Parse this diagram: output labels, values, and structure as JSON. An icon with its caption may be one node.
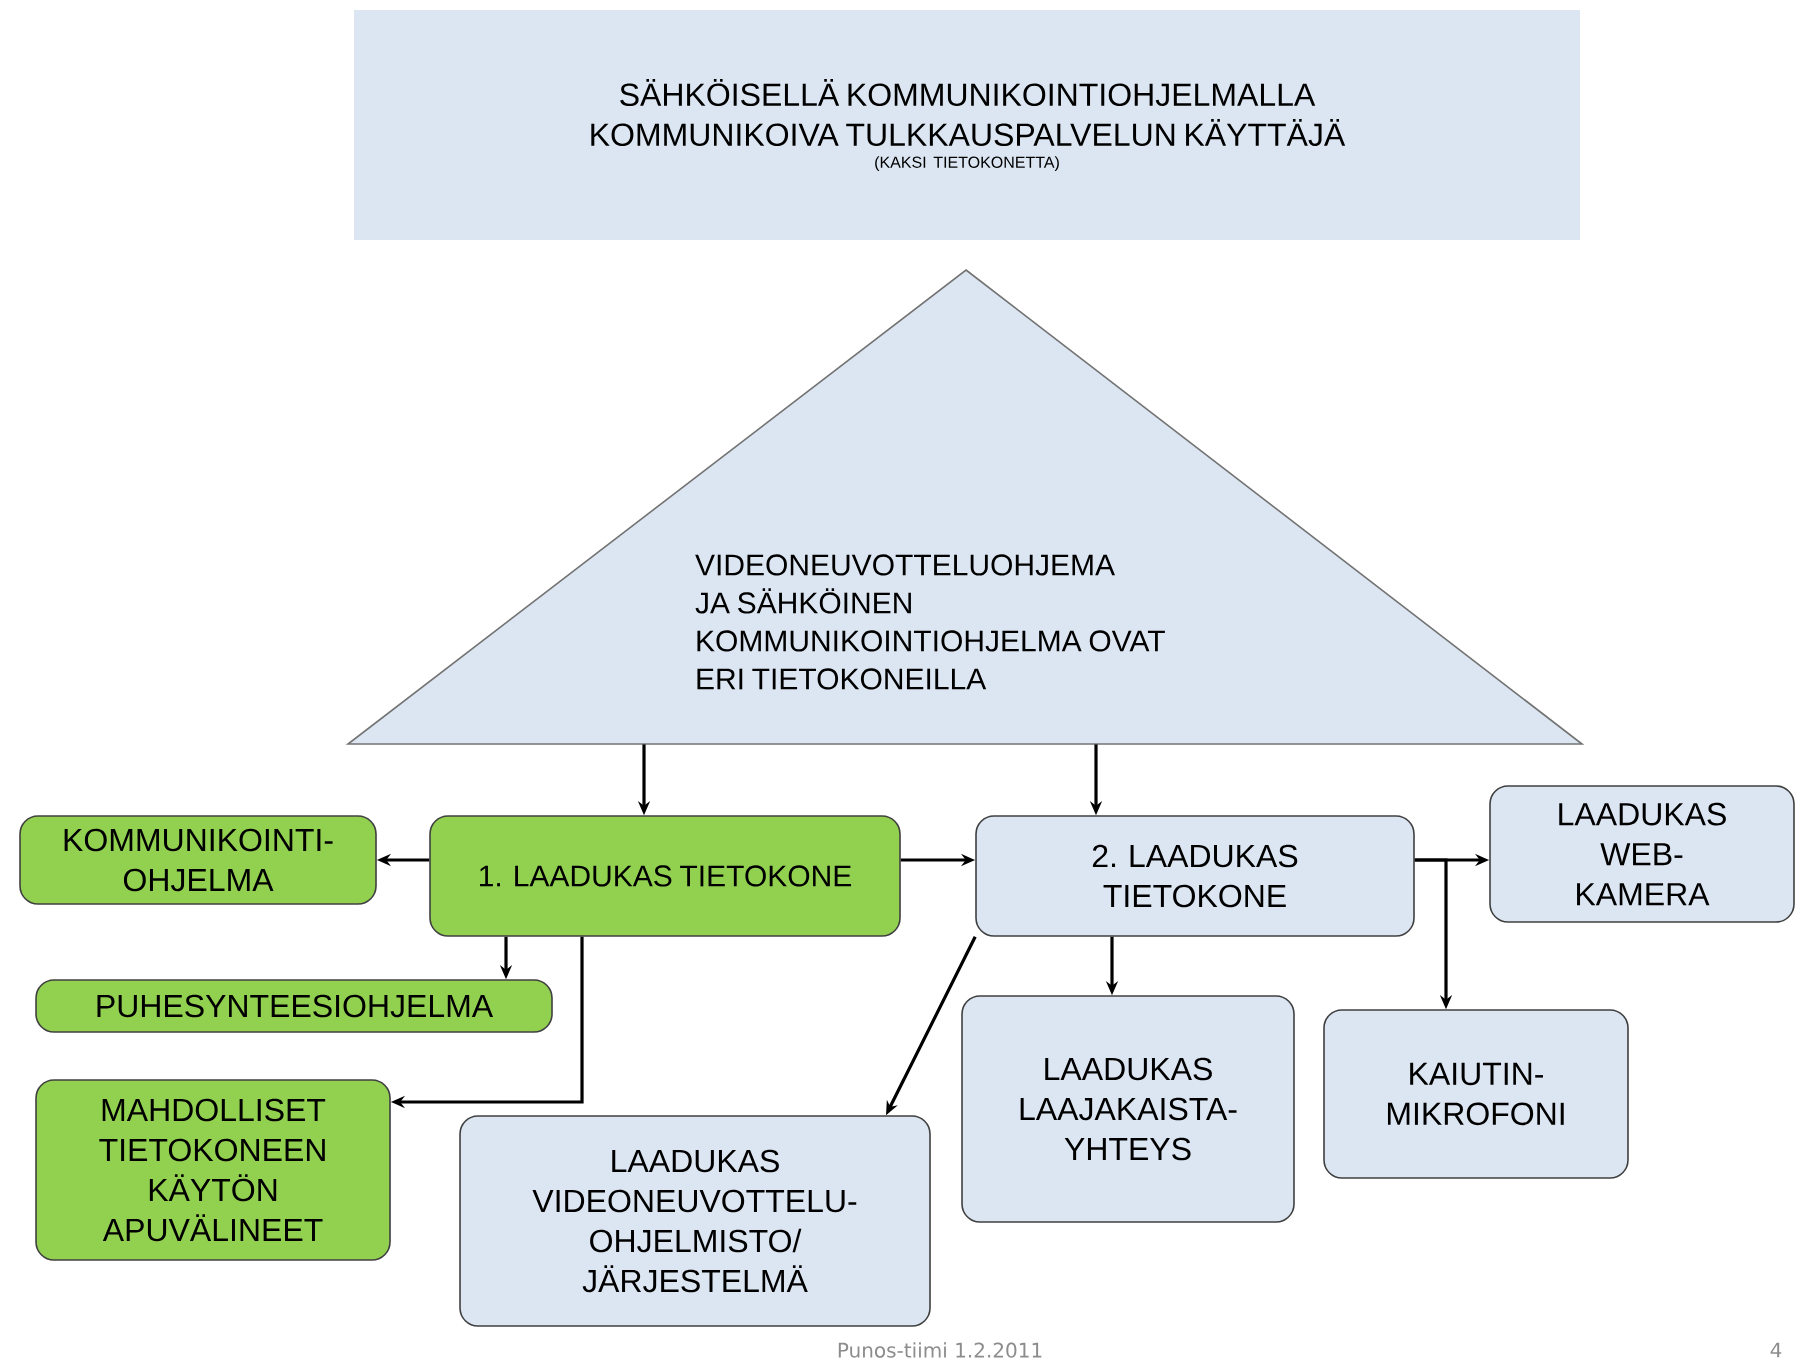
{
  "diagram": {
    "nodes": [
      {
        "text": [
          "SÄHKÖISELLÄ KOMMUNIKOINTIOHJELMALLA KOMMUNIKOIVA TULKKAUSPALVELUN KÄYTTÄJÄ",
          "(KAKSI TIETOKONETTA)"
        ]
      },
      {
        "text": [
          "VIDEONEUVOTTELUOHJEMA JA SÄHKÖINEN KOMMUNIKOINTIOHJELMA OVAT ERI TIETOKONEILLA"
        ]
      },
      {
        "text": [
          "1. LAADUKAS TIETOKONE"
        ]
      },
      {
        "text": [
          "2. LAADUKAS TIETOKONE"
        ]
      },
      {
        "text": [
          "KOMMUNIKOINTI- OHJELMA"
        ]
      },
      {
        "text": [
          "PUHESYNTEESIOHJELMA"
        ]
      },
      {
        "text": [
          "MAHDOLLISET TIETOKONEEN KÄYTÖN APUVÄLINEET"
        ]
      },
      {
        "text": [
          "LAADUKAS VIDEONEUVOTTELU- OHJELMISTO/ JÄRJESTELMÄ"
        ]
      },
      {
        "text": [
          "LAADUKAS LAAJAKAISTA- YHTEYS"
        ]
      },
      {
        "text": [
          "LAADUKAS WEB- KAMERA"
        ]
      },
      {
        "text": [
          "KAIUTIN- MIKROFONI"
        ]
      }
    ],
    "edges": [
      {
        "from": 1,
        "to": 2,
        "arrow": "to"
      },
      {
        "from": 1,
        "to": 3,
        "arrow": "to"
      },
      {
        "from": 2,
        "to": 4,
        "arrow": "to"
      },
      {
        "from": 2,
        "to": 5,
        "arrow": "to"
      },
      {
        "from": 2,
        "to": 6,
        "arrow": "to"
      },
      {
        "from": 2,
        "to": 3,
        "arrow": "to"
      },
      {
        "from": 3,
        "to": 7,
        "arrow": "to"
      },
      {
        "from": 3,
        "to": 8,
        "arrow": "to"
      },
      {
        "from": 3,
        "to": 9,
        "arrow": "to"
      },
      {
        "from": 3,
        "to": 10,
        "arrow": "to"
      }
    ],
    "labels": [
      "Punos-tiimi 1.2.2011",
      "4"
    ]
  }
}
